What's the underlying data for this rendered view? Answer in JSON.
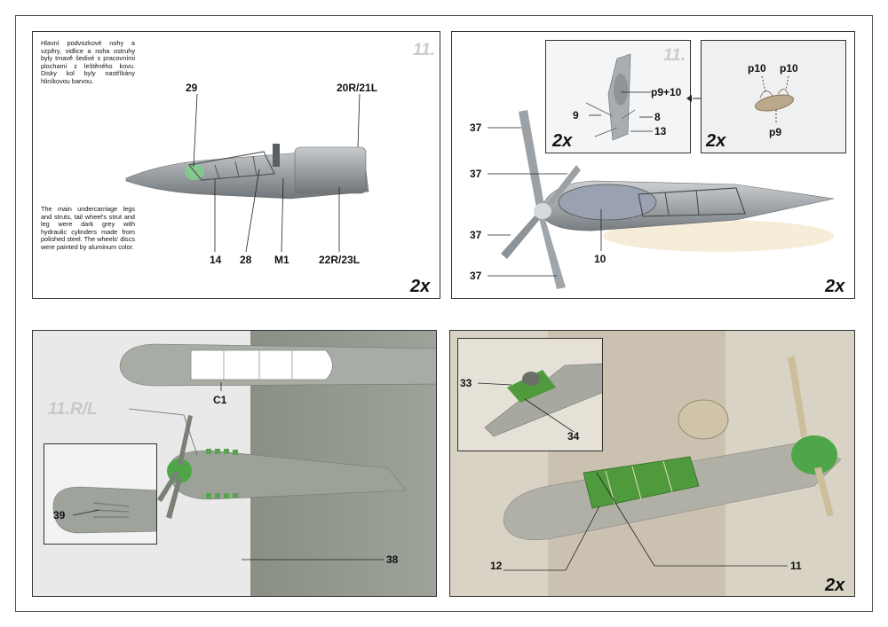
{
  "panel1": {
    "step": "11.",
    "desc_cz": "Hlavní podvozkové nohy a vzpěry, vidlice a noha ostruhy byly tmavě šedivé s pracovními plochami z leštěného kovu. Disky kol byly nastříkány hliníkovou barvou.",
    "desc_en": "The main undercarriage legs and struts, tail wheel's strut and leg were dark grey with hydraulic cylinders made from polished steel. The wheels' discs were painted by aluminum color.",
    "labels": [
      "29",
      "20R/21L",
      "14",
      "28",
      "M1",
      "22R/23L"
    ],
    "scale": "2x"
  },
  "panel2": {
    "inset_a": {
      "step": "11.",
      "labels": [
        "p9+10",
        "9",
        "8",
        "13"
      ],
      "scale": "2x"
    },
    "inset_b": {
      "labels": [
        "p10",
        "p10",
        "p9"
      ],
      "scale": "2x"
    },
    "labels": [
      "37",
      "37",
      "37",
      "37",
      "10"
    ],
    "scale": "2x"
  },
  "panel3": {
    "labels": [
      "C1",
      "11.R/L",
      "39",
      "38"
    ]
  },
  "panel4": {
    "labels": [
      "33",
      "34",
      "12",
      "11"
    ],
    "scale": "2x"
  }
}
